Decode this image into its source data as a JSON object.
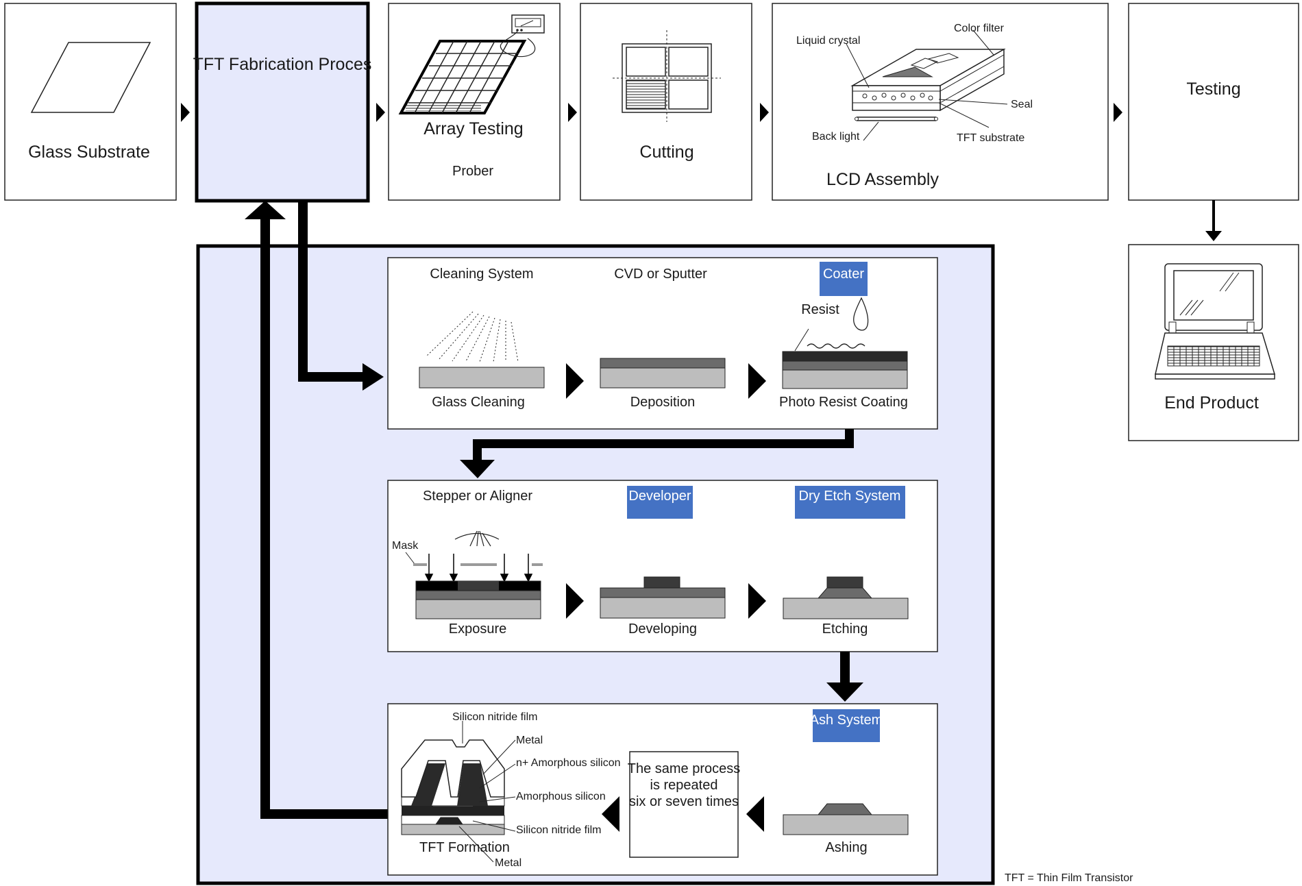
{
  "colors": {
    "panel_fill": "#e6e9fc",
    "tag_fill": "#4472c4",
    "frame": "#000000",
    "layer_light": "#bdbdbd",
    "layer_mid": "#6b6b6b",
    "layer_dark": "#2a2a2a"
  },
  "top_flow": {
    "glass_substrate": "Glass Substrate",
    "tft_fabrication": "TFT Fabrication Proces",
    "array_testing": "Array Testing",
    "prober": "Prober",
    "cutting": "Cutting",
    "lcd_assembly": "LCD Assembly",
    "testing": "Testing",
    "end_product": "End Product"
  },
  "lcd_labels": {
    "liquid_crystal": "Liquid crystal",
    "color_filter": "Color filter",
    "seal": "Seal",
    "back_light": "Back light",
    "tft_substrate": "TFT substrate"
  },
  "row1": {
    "equip_cleaning": "Cleaning System",
    "equip_cvd": "CVD or Sputter",
    "tag_coater": "Coater",
    "resist": "Resist",
    "step_glass_cleaning": "Glass Cleaning",
    "step_deposition": "Deposition",
    "step_photo_resist": "Photo Resist Coating"
  },
  "row2": {
    "equip_stepper": "Stepper or Aligner",
    "tag_developer": "Developer",
    "tag_dry_etch": "Dry Etch System",
    "mask": "Mask",
    "step_exposure": "Exposure",
    "step_developing": "Developing",
    "step_etching": "Etching"
  },
  "row3": {
    "tag_ash": "Ash System",
    "step_ashing": "Ashing",
    "repeat_line1": "The same process",
    "repeat_line2": "is repeated",
    "repeat_line3": "six or seven times",
    "tft_formation": "TFT Formation",
    "silicon_nitride_top": "Silicon nitride film",
    "metal_top": "Metal",
    "n_amorphous": "n+ Amorphous silicon",
    "amorphous": "Amorphous silicon",
    "silicon_nitride_bottom": "Silicon nitride film",
    "metal_bottom": "Metal"
  },
  "footnote": "TFT = Thin Film Transistor"
}
